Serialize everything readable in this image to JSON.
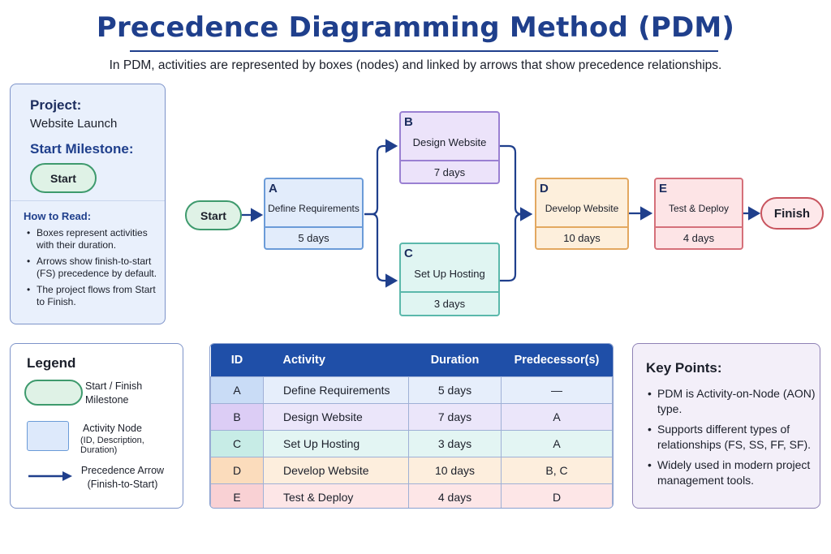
{
  "header": {
    "title": "Precedence Diagramming Method (PDM)",
    "subtitle": "In PDM, activities are represented by boxes (nodes) and linked by arrows that show precedence relationships."
  },
  "info_panel": {
    "project_label": "Project:",
    "project_name": "Website Launch",
    "milestone_label": "Start Milestone:",
    "milestone_name": "Start",
    "how_to_read_label": "How to Read:",
    "how_to_read": [
      "Boxes represent activities with their duration.",
      "Arrows show finish-to-start (FS) precedence by default.",
      "The project flows from Start to Finish."
    ]
  },
  "diagram": {
    "start_label": "Start",
    "finish_label": "Finish",
    "nodes": [
      {
        "id": "A",
        "description": "Define Requirements",
        "duration": "5 days",
        "color": "#6b9bd8"
      },
      {
        "id": "B",
        "description": "Design Website",
        "duration": "7 days",
        "color": "#9a80d2"
      },
      {
        "id": "C",
        "description": "Set Up Hosting",
        "duration": "3 days",
        "color": "#5bb8ab"
      },
      {
        "id": "D",
        "description": "Develop Website",
        "duration": "10 days",
        "color": "#e3a860"
      },
      {
        "id": "E",
        "description": "Test & Deploy",
        "duration": "4 days",
        "color": "#d5707a"
      }
    ],
    "edges": [
      {
        "from": "Start",
        "to": "A"
      },
      {
        "from": "A",
        "to": "B"
      },
      {
        "from": "A",
        "to": "C"
      },
      {
        "from": "B",
        "to": "D"
      },
      {
        "from": "C",
        "to": "D"
      },
      {
        "from": "D",
        "to": "E"
      },
      {
        "from": "E",
        "to": "Finish"
      }
    ],
    "arrow_color": "#1f3f8c"
  },
  "legend": {
    "title": "Legend",
    "items": [
      {
        "line1": "Start / Finish",
        "line2": "Milestone"
      },
      {
        "line1": "Activity Node",
        "line2": "(ID, Description, Duration)"
      },
      {
        "line1": "Precedence Arrow",
        "line2": "(Finish-to-Start)"
      }
    ]
  },
  "table": {
    "headers": [
      "ID",
      "Activity",
      "Duration",
      "Predecessor(s)"
    ],
    "rows": [
      {
        "id": "A",
        "activity": "Define Requirements",
        "duration": "5 days",
        "predecessors": "—",
        "id_color": "#c9dcf6",
        "row_color": "#e6eefb"
      },
      {
        "id": "B",
        "activity": "Design Website",
        "duration": "7 days",
        "predecessors": "A",
        "id_color": "#dccdf5",
        "row_color": "#ebe6fa"
      },
      {
        "id": "C",
        "activity": "Set Up Hosting",
        "duration": "3 days",
        "predecessors": "A",
        "id_color": "#c7ece6",
        "row_color": "#e3f5f3"
      },
      {
        "id": "D",
        "activity": "Develop Website",
        "duration": "10 days",
        "predecessors": "B, C",
        "id_color": "#fbdcbc",
        "row_color": "#fdeedd"
      },
      {
        "id": "E",
        "activity": "Test & Deploy",
        "duration": "4 days",
        "predecessors": "D",
        "id_color": "#f9d1d4",
        "row_color": "#fde6e7"
      }
    ]
  },
  "key_points": {
    "title": "Key Points:",
    "items": [
      "PDM is Activity-on-Node (AON) type.",
      "Supports different types of relationships (FS, SS, FF, SF).",
      "Widely used in modern project management tools."
    ]
  }
}
